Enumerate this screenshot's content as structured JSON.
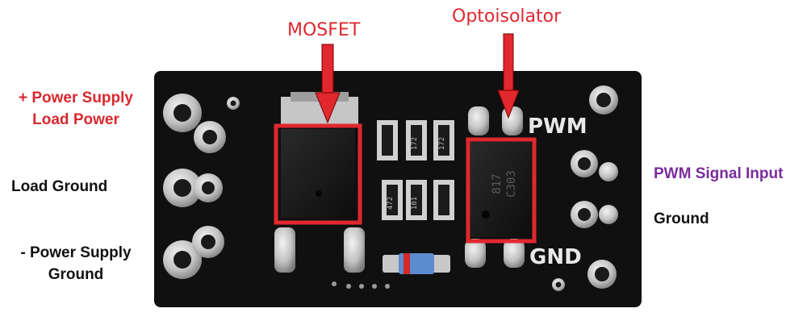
{
  "labels": {
    "mosfet": "MOSFET",
    "optoisolator": "Optoisolator",
    "power_supply_plus_line1": "+ Power Supply",
    "power_supply_plus_line2": "Load Power",
    "load_ground": "Load Ground",
    "power_supply_minus_line1": "- Power Supply",
    "power_supply_minus_line2": "Ground",
    "pwm_signal_input": "PWM Signal Input",
    "ground_right": "Ground"
  },
  "silkscreen": {
    "pwm": "PWM",
    "gnd": "GND",
    "opto_marking_1": "817",
    "opto_marking_2": "C303",
    "resistor_codes": [
      "172",
      "172",
      "472",
      "101"
    ]
  },
  "colors": {
    "board": "#101010",
    "highlight_box": "#e0282e",
    "arrow": "#e0282e",
    "pad": "#c9c9c9",
    "label_red": "#d8282e",
    "label_purple": "#7a2d9c"
  }
}
